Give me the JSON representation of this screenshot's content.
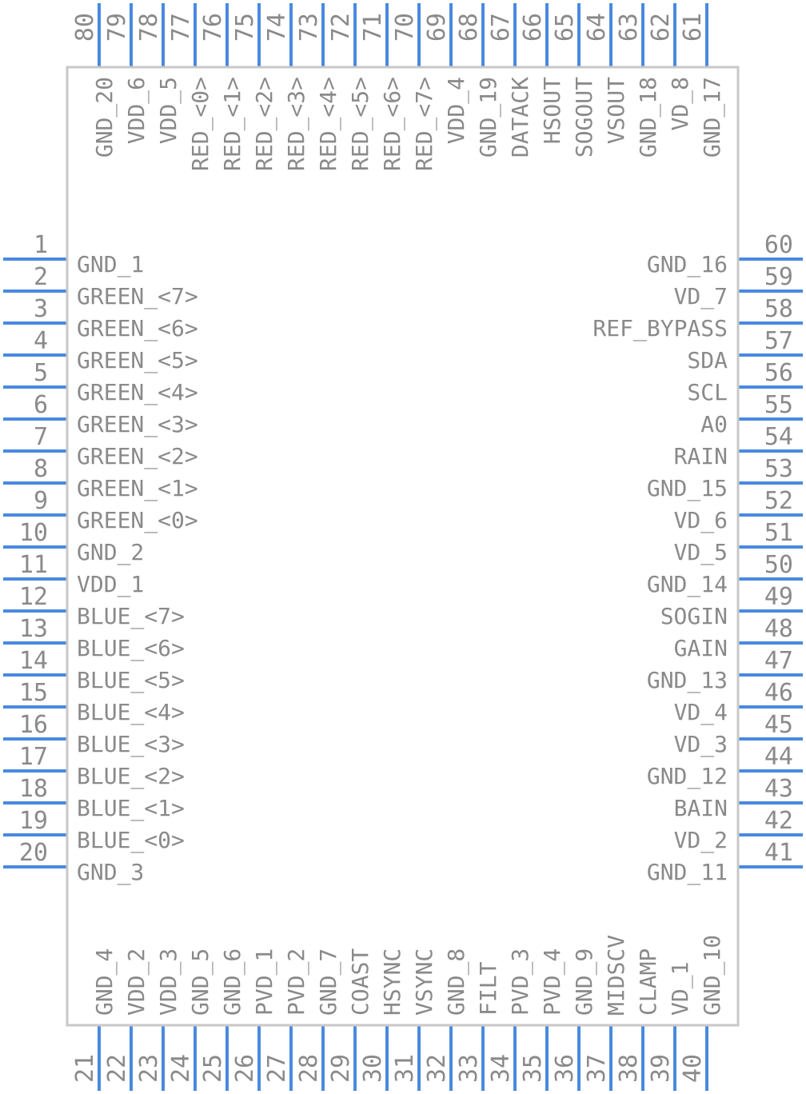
{
  "component": {
    "left_pins": [
      {
        "num": "1",
        "name": "GND_1"
      },
      {
        "num": "2",
        "name": "GREEN_<7>"
      },
      {
        "num": "3",
        "name": "GREEN_<6>"
      },
      {
        "num": "4",
        "name": "GREEN_<5>"
      },
      {
        "num": "5",
        "name": "GREEN_<4>"
      },
      {
        "num": "6",
        "name": "GREEN_<3>"
      },
      {
        "num": "7",
        "name": "GREEN_<2>"
      },
      {
        "num": "8",
        "name": "GREEN_<1>"
      },
      {
        "num": "9",
        "name": "GREEN_<0>"
      },
      {
        "num": "10",
        "name": "GND_2"
      },
      {
        "num": "11",
        "name": "VDD_1"
      },
      {
        "num": "12",
        "name": "BLUE_<7>"
      },
      {
        "num": "13",
        "name": "BLUE_<6>"
      },
      {
        "num": "14",
        "name": "BLUE_<5>"
      },
      {
        "num": "15",
        "name": "BLUE_<4>"
      },
      {
        "num": "16",
        "name": "BLUE_<3>"
      },
      {
        "num": "17",
        "name": "BLUE_<2>"
      },
      {
        "num": "18",
        "name": "BLUE_<1>"
      },
      {
        "num": "19",
        "name": "BLUE_<0>"
      },
      {
        "num": "20",
        "name": "GND_3"
      }
    ],
    "bottom_pins": [
      {
        "num": "21",
        "name": "GND_4"
      },
      {
        "num": "22",
        "name": "VDD_2"
      },
      {
        "num": "23",
        "name": "VDD_3"
      },
      {
        "num": "24",
        "name": "GND_5"
      },
      {
        "num": "25",
        "name": "GND_6"
      },
      {
        "num": "26",
        "name": "PVD_1"
      },
      {
        "num": "27",
        "name": "PVD_2"
      },
      {
        "num": "28",
        "name": "GND_7"
      },
      {
        "num": "29",
        "name": "COAST"
      },
      {
        "num": "30",
        "name": "HSYNC"
      },
      {
        "num": "31",
        "name": "VSYNC"
      },
      {
        "num": "32",
        "name": "GND_8"
      },
      {
        "num": "33",
        "name": "FILT"
      },
      {
        "num": "34",
        "name": "PVD_3"
      },
      {
        "num": "35",
        "name": "PVD_4"
      },
      {
        "num": "36",
        "name": "GND_9"
      },
      {
        "num": "37",
        "name": "MIDSCV"
      },
      {
        "num": "38",
        "name": "CLAMP"
      },
      {
        "num": "39",
        "name": "VD_1"
      },
      {
        "num": "40",
        "name": "GND_10"
      }
    ],
    "right_pins": [
      {
        "num": "41",
        "name": "GND_11"
      },
      {
        "num": "42",
        "name": "VD_2"
      },
      {
        "num": "43",
        "name": "BAIN"
      },
      {
        "num": "44",
        "name": "GND_12"
      },
      {
        "num": "45",
        "name": "VD_3"
      },
      {
        "num": "46",
        "name": "VD_4"
      },
      {
        "num": "47",
        "name": "GND_13"
      },
      {
        "num": "48",
        "name": "GAIN"
      },
      {
        "num": "49",
        "name": "SOGIN"
      },
      {
        "num": "50",
        "name": "GND_14"
      },
      {
        "num": "51",
        "name": "VD_5"
      },
      {
        "num": "52",
        "name": "VD_6"
      },
      {
        "num": "53",
        "name": "GND_15"
      },
      {
        "num": "54",
        "name": "RAIN"
      },
      {
        "num": "55",
        "name": "A0"
      },
      {
        "num": "56",
        "name": "SCL"
      },
      {
        "num": "57",
        "name": "SDA"
      },
      {
        "num": "58",
        "name": "REF_BYPASS"
      },
      {
        "num": "59",
        "name": "VD_7"
      },
      {
        "num": "60",
        "name": "GND_16"
      }
    ],
    "top_pins": [
      {
        "num": "61",
        "name": "GND_17"
      },
      {
        "num": "62",
        "name": "VD_8"
      },
      {
        "num": "63",
        "name": "GND_18"
      },
      {
        "num": "64",
        "name": "VSOUT"
      },
      {
        "num": "65",
        "name": "SOGOUT"
      },
      {
        "num": "66",
        "name": "HSOUT"
      },
      {
        "num": "67",
        "name": "DATACK"
      },
      {
        "num": "68",
        "name": "GND_19"
      },
      {
        "num": "69",
        "name": "VDD_4"
      },
      {
        "num": "70",
        "name": "RED_<7>"
      },
      {
        "num": "71",
        "name": "RED_<6>"
      },
      {
        "num": "72",
        "name": "RED_<5>"
      },
      {
        "num": "73",
        "name": "RED_<4>"
      },
      {
        "num": "74",
        "name": "RED_<3>"
      },
      {
        "num": "75",
        "name": "RED_<2>"
      },
      {
        "num": "76",
        "name": "RED_<1>"
      },
      {
        "num": "77",
        "name": "RED_<0>"
      },
      {
        "num": "78",
        "name": "VDD_5"
      },
      {
        "num": "79",
        "name": "VDD_6"
      },
      {
        "num": "80",
        "name": "GND_20"
      }
    ]
  },
  "colors": {
    "pin": "#4a8ae0",
    "text": "#8a8a8a",
    "body_outline": "#c8c8c8"
  }
}
